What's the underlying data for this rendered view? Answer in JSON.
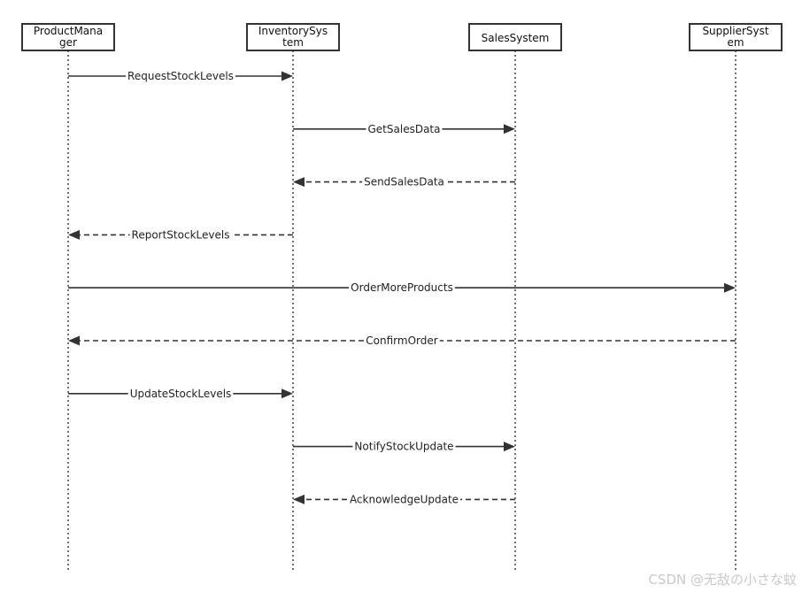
{
  "diagram": {
    "participants": [
      {
        "id": "pm",
        "lines": [
          "ProductMana",
          "ger"
        ]
      },
      {
        "id": "inv",
        "lines": [
          "InventorySys",
          "tem"
        ]
      },
      {
        "id": "sal",
        "lines": [
          "SalesSystem"
        ]
      },
      {
        "id": "sup",
        "lines": [
          "SupplierSyst",
          "em"
        ]
      }
    ],
    "messages": [
      {
        "from": "pm",
        "to": "inv",
        "label": "RequestStockLevels",
        "style": "solid"
      },
      {
        "from": "inv",
        "to": "sal",
        "label": "GetSalesData",
        "style": "solid"
      },
      {
        "from": "sal",
        "to": "inv",
        "label": "SendSalesData",
        "style": "dashed"
      },
      {
        "from": "inv",
        "to": "pm",
        "label": "ReportStockLevels",
        "style": "dashed"
      },
      {
        "from": "pm",
        "to": "sup",
        "label": "OrderMoreProducts",
        "style": "solid"
      },
      {
        "from": "sup",
        "to": "pm",
        "label": "ConfirmOrder",
        "style": "dashed"
      },
      {
        "from": "pm",
        "to": "inv",
        "label": "UpdateStockLevels",
        "style": "solid"
      },
      {
        "from": "inv",
        "to": "sal",
        "label": "NotifyStockUpdate",
        "style": "solid"
      },
      {
        "from": "sal",
        "to": "inv",
        "label": "AcknowledgeUpdate",
        "style": "dashed"
      }
    ]
  },
  "watermark": {
    "text": "CSDN @无敌の小さな蚊"
  }
}
